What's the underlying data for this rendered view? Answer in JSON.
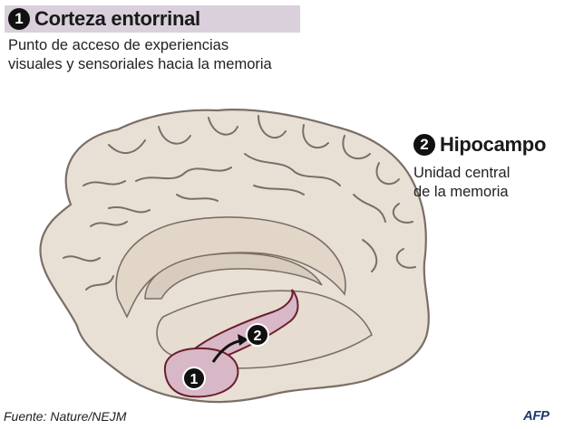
{
  "label1": {
    "number": "1",
    "title": "Corteza entorrinal",
    "description_line1": "Punto de acceso de experiencias",
    "description_line2": "visuales y sensoriales hacia la memoria"
  },
  "label2": {
    "number": "2",
    "title": "Hipocampo",
    "description_line1": "Unidad central",
    "description_line2": "de la memoria"
  },
  "markers": {
    "marker1": "1",
    "marker2": "2"
  },
  "footer": {
    "source": "Fuente: Nature/NEJM",
    "agency": "AFP"
  },
  "colors": {
    "label_highlight": "#d9d0dc",
    "brain_fill": "#e9e0d5",
    "brain_outline": "#7a6e66",
    "brain_shadow": "#d8ccbe",
    "region_fill": "#d8b8c6",
    "region_outline": "#6b1d2f"
  }
}
